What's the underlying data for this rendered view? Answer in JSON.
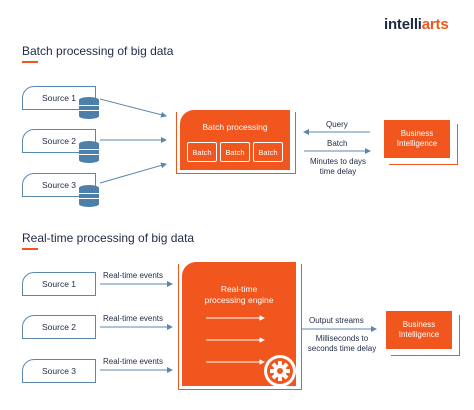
{
  "brand": {
    "prefix": "intelli",
    "suffix": "arts"
  },
  "colors": {
    "accent": "#f0561d",
    "line": "#5b87ad",
    "db": "#4d7fa8",
    "text": "#1f2a44"
  },
  "batch": {
    "title": "Batch processing of big data",
    "sources": [
      "Source 1",
      "Source 2",
      "Source 3"
    ],
    "engine_title": "Batch processing",
    "cells": [
      "Batch",
      "Batch",
      "Batch"
    ],
    "query_label": "Query",
    "batch_label": "Batch",
    "delay_line1": "Minutes to days",
    "delay_line2": "time delay",
    "bi_line1": "Business",
    "bi_line2": "Intelligence"
  },
  "realtime": {
    "title": "Real-time processing of big data",
    "sources": [
      "Source 1",
      "Source 2",
      "Source 3"
    ],
    "event_label": "Real-time events",
    "engine_line1": "Real-time",
    "engine_line2": "processing engine",
    "output_label": "Output streams",
    "delay_line1": "Milliseconds to",
    "delay_line2": "seconds time delay",
    "bi_line1": "Business",
    "bi_line2": "Intelligence"
  }
}
